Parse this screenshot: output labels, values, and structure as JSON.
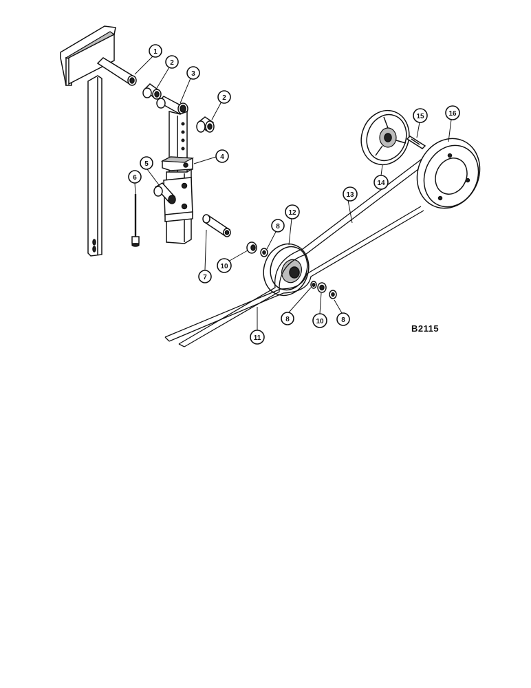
{
  "callouts": {
    "c1": "1",
    "c2a": "2",
    "c2b": "2",
    "c3": "3",
    "c4": "4",
    "c5": "5",
    "c6": "6",
    "c7": "7",
    "c8a": "8",
    "c8b": "8",
    "c8c": "8",
    "c10a": "10",
    "c10b": "10",
    "c11": "11",
    "c12": "12",
    "c13": "13",
    "c14": "14",
    "c15": "15",
    "c16": "16"
  },
  "drawing_code": "B2115"
}
